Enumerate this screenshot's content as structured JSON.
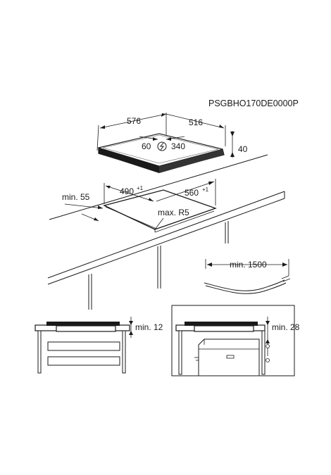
{
  "model_code": "PSGBHO170DE0000P",
  "hob": {
    "width": "576",
    "depth": "516",
    "height": "40",
    "inlet_left": "60",
    "inlet_right": "340",
    "power_icon": "lightning-bolt-icon"
  },
  "cutout": {
    "min_edge": "min. 55",
    "width": "490",
    "width_tol": "+1",
    "depth": "560",
    "depth_tol": "+1",
    "radius": "max. R5"
  },
  "cable": {
    "length": "min. 1500"
  },
  "installs": [
    {
      "gap": "min. 12"
    },
    {
      "gap": "min. 28"
    }
  ]
}
